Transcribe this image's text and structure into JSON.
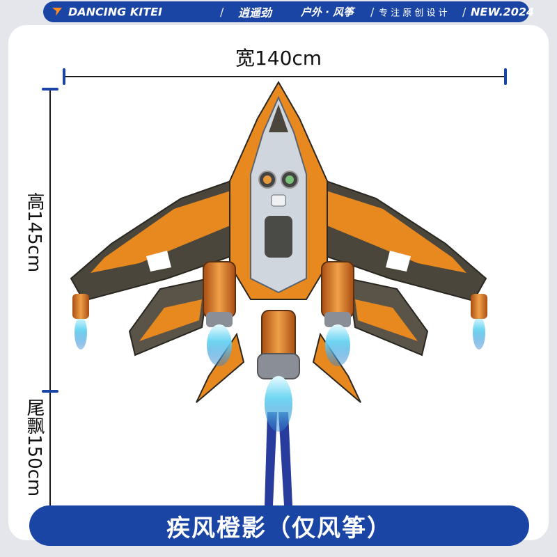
{
  "header": {
    "brand": "DANCING KITEI",
    "brand_cn": "逍遥劲",
    "category": "户外 · 风筝",
    "tagline": "专 注 原 创 设 计",
    "edition": "NEW.2024",
    "separator": "/"
  },
  "dimensions": {
    "width": "宽140cm",
    "height": "高145cm",
    "tail": "尾飘150cm"
  },
  "banner": {
    "title": "疾风橙影（仅风筝）"
  },
  "colors": {
    "brand_blue": "#1a45a4",
    "kite_orange": "#e8891f",
    "kite_dark": "#4a463c",
    "kite_silver": "#cfd6de",
    "tail_blue": "#283c9e",
    "flame_cyan": "#5fd0f0"
  },
  "icons": {
    "logo": "kite-arrow-icon"
  }
}
